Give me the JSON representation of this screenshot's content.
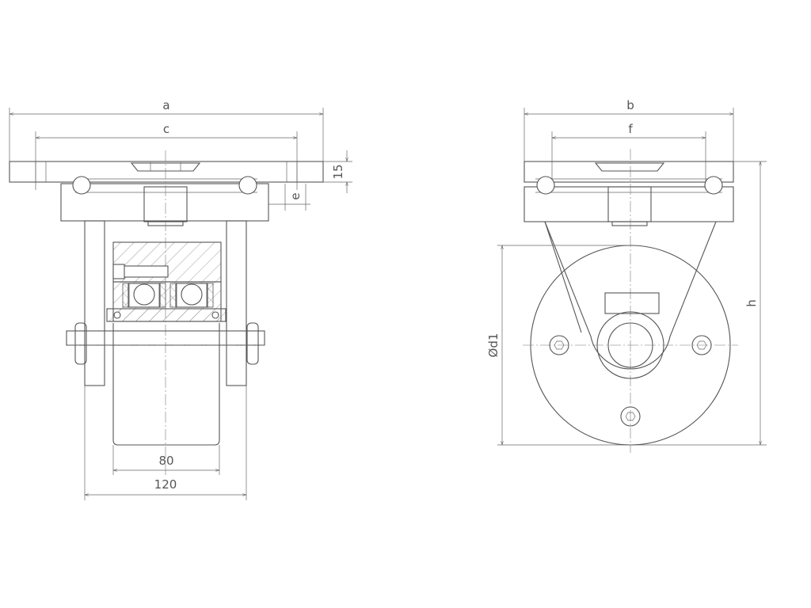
{
  "dimensions": {
    "a": "a",
    "c": "c",
    "b": "b",
    "f": "f",
    "h": "h",
    "e": "e",
    "plate_thickness": "15",
    "wheel_width": "80",
    "overall_width": "120",
    "wheel_diameter": "Ød1"
  }
}
